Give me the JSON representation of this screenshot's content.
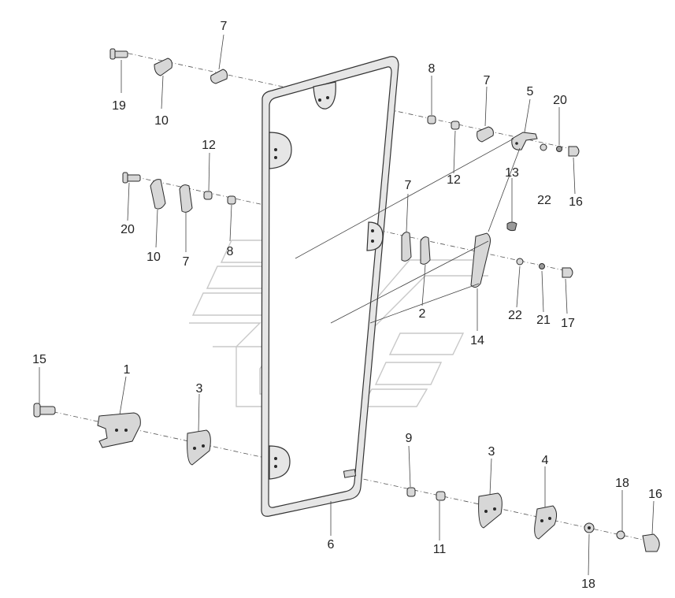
{
  "diagram": {
    "type": "exploded-parts-view",
    "callouts": [
      {
        "id": "c1",
        "text": "1"
      },
      {
        "id": "c2",
        "text": "2"
      },
      {
        "id": "c3a",
        "text": "3"
      },
      {
        "id": "c3b",
        "text": "3"
      },
      {
        "id": "c4",
        "text": "4"
      },
      {
        "id": "c5",
        "text": "5"
      },
      {
        "id": "c6",
        "text": "6"
      },
      {
        "id": "c7a",
        "text": "7"
      },
      {
        "id": "c7b",
        "text": "7"
      },
      {
        "id": "c7c",
        "text": "7"
      },
      {
        "id": "c7d",
        "text": "7"
      },
      {
        "id": "c8a",
        "text": "8"
      },
      {
        "id": "c8b",
        "text": "8"
      },
      {
        "id": "c9",
        "text": "9"
      },
      {
        "id": "c10a",
        "text": "10"
      },
      {
        "id": "c10b",
        "text": "10"
      },
      {
        "id": "c11",
        "text": "11"
      },
      {
        "id": "c12a",
        "text": "12"
      },
      {
        "id": "c12b",
        "text": "12"
      },
      {
        "id": "c13",
        "text": "13"
      },
      {
        "id": "c14",
        "text": "14"
      },
      {
        "id": "c15",
        "text": "15"
      },
      {
        "id": "c16a",
        "text": "16"
      },
      {
        "id": "c16b",
        "text": "16"
      },
      {
        "id": "c17",
        "text": "17"
      },
      {
        "id": "c18a",
        "text": "18"
      },
      {
        "id": "c18b",
        "text": "18"
      },
      {
        "id": "c19",
        "text": "19"
      },
      {
        "id": "c20a",
        "text": "20"
      },
      {
        "id": "c20b",
        "text": "20"
      },
      {
        "id": "c21",
        "text": "21"
      },
      {
        "id": "c22a",
        "text": "22"
      },
      {
        "id": "c22b",
        "text": "22"
      }
    ]
  },
  "colors": {
    "background": "#ffffff",
    "line": "#2a2a2a",
    "part_fill": "#d7d7d7",
    "watermark": "#c8c8c8"
  }
}
